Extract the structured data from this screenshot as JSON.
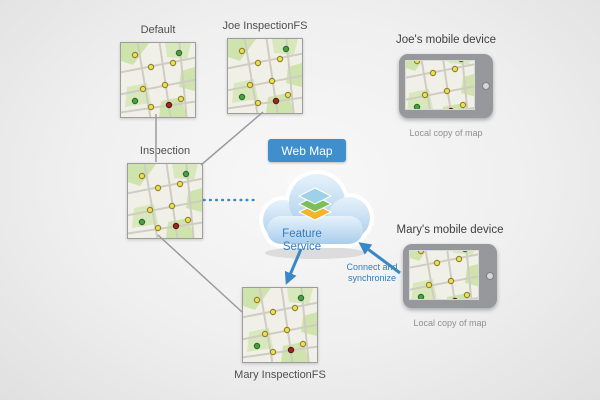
{
  "maps": {
    "default": {
      "label": "Default"
    },
    "joe": {
      "label": "Joe InspectionFS"
    },
    "inspection": {
      "label": "Inspection"
    },
    "mary": {
      "label": "Mary InspectionFS"
    }
  },
  "cloud": {
    "badge": "Web Map",
    "service_label": "Feature Service"
  },
  "devices": {
    "joe": {
      "title": "Joe's mobile device",
      "caption": "Local copy of map"
    },
    "mary": {
      "title": "Mary's mobile device",
      "caption": "Local copy of map"
    }
  },
  "annotations": {
    "connect_sync": "Connect and synchronize"
  },
  "colors": {
    "accent_blue": "#3a87c8",
    "badge_blue": "#3f8fcc",
    "line_gray": "#9b9b9b"
  }
}
